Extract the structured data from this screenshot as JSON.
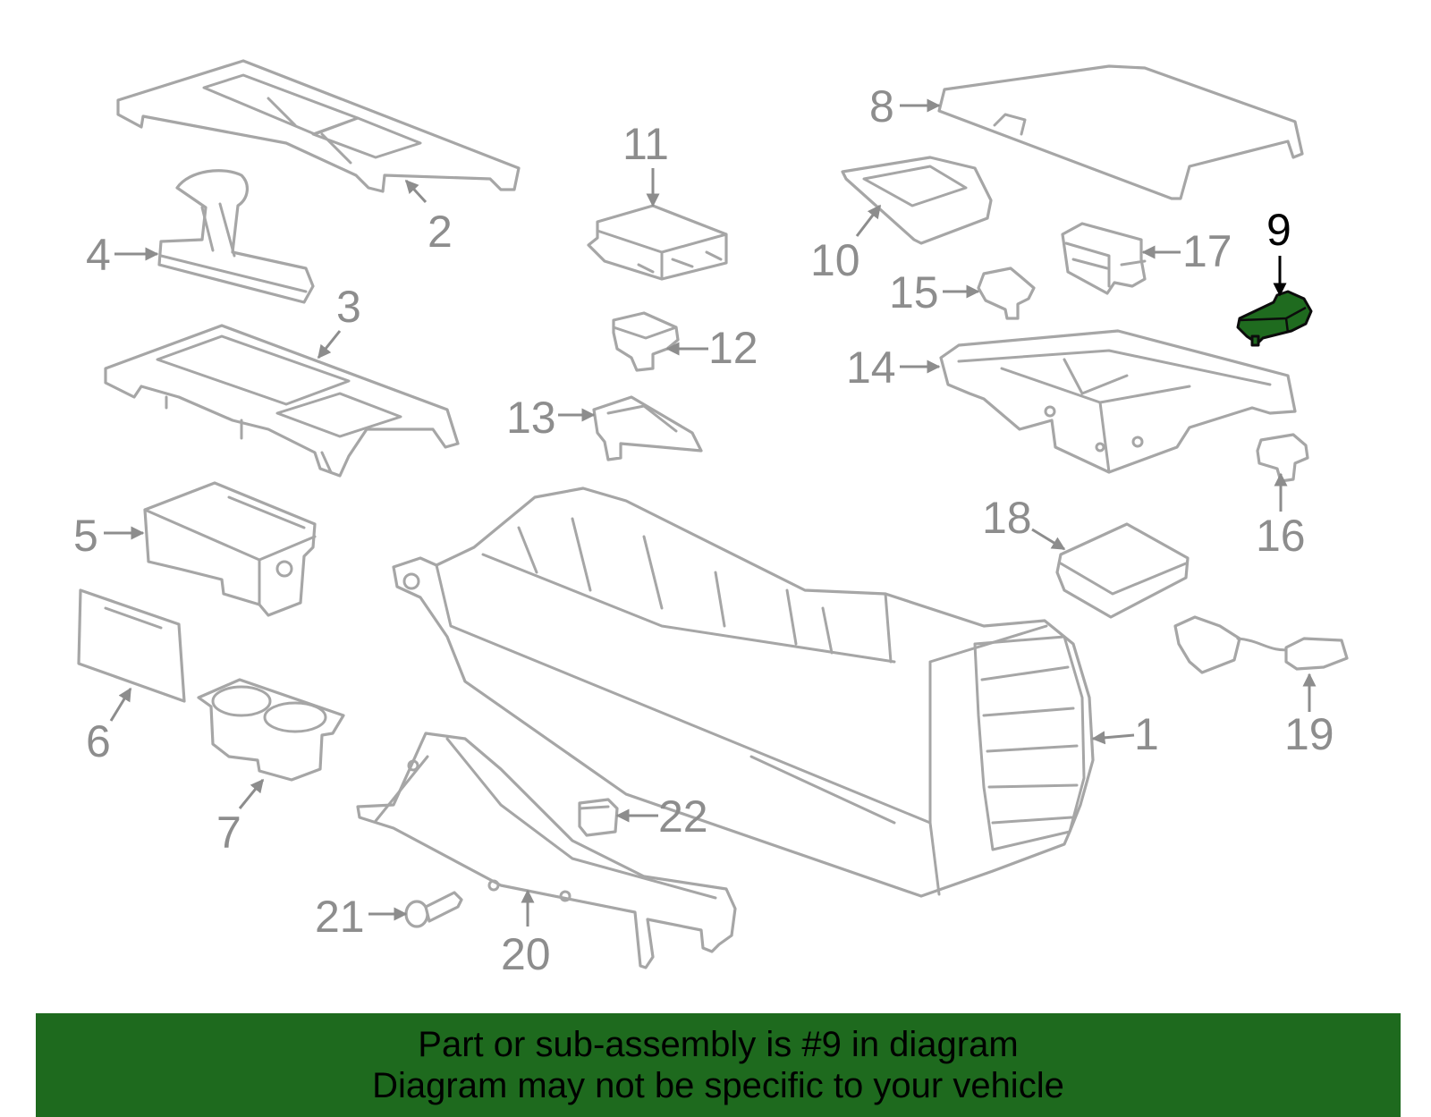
{
  "callouts": {
    "n1": "1",
    "n2": "2",
    "n3": "3",
    "n4": "4",
    "n5": "5",
    "n6": "6",
    "n7": "7",
    "n8": "8",
    "n9": "9",
    "n10": "10",
    "n11": "11",
    "n12": "12",
    "n13": "13",
    "n14": "14",
    "n15": "15",
    "n16": "16",
    "n17": "17",
    "n18": "18",
    "n19": "19",
    "n20": "20",
    "n21": "21",
    "n22": "22"
  },
  "highlighted_part": "9",
  "colors": {
    "highlight": "#1f6b1f",
    "banner": "#1e6a1e",
    "line_art": "#a6a6a6",
    "label": "#8d8d8d"
  },
  "banner": {
    "line1": "Part or sub-assembly is #9 in diagram",
    "line2": "Diagram may not be specific to your vehicle"
  }
}
